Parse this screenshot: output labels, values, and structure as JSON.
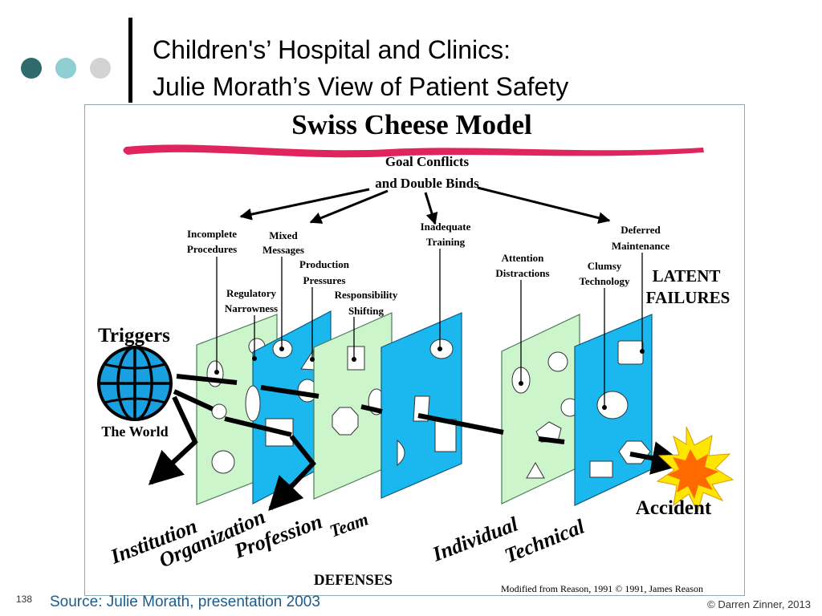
{
  "slide": {
    "title_line1": "Children's’ Hospital and Clinics:",
    "title_line2": "Julie Morath’s View of Patient Safety",
    "slide_number": "138",
    "source": "Source: Julie Morath, presentation 2003",
    "copyright": "© Darren Zinner, 2013"
  },
  "diagram": {
    "heading": "Swiss Cheese Model",
    "goal_line1": "Goal Conflicts",
    "goal_line2": "and Double Binds",
    "latent_line1": "LATENT",
    "latent_line2": "FAILURES",
    "triggers": "Triggers",
    "the_world": "The World",
    "accident": "Accident",
    "defenses": "DEFENSES",
    "credit": "Modified from Reason, 1991 © 1991, James Reason",
    "latent_labels": {
      "incomplete": [
        "Incomplete",
        "Procedures"
      ],
      "mixed": [
        "Mixed",
        "Messages"
      ],
      "production": [
        "Production",
        "Pressures"
      ],
      "regulatory": [
        "Regulatory",
        "Narrowness"
      ],
      "responsibility": [
        "Responsibility",
        "Shifting"
      ],
      "inadequate": [
        "Inadequate",
        "Training"
      ],
      "attention": [
        "Attention",
        "Distractions"
      ],
      "clumsy": [
        "Clumsy",
        "Technology"
      ],
      "deferred": [
        "Deferred",
        "Maintenance"
      ]
    },
    "layers": [
      "Institution",
      "Organization",
      "Profession",
      "Team",
      "Individual",
      "Technical"
    ],
    "colors": {
      "green_slice": "#ccf5cc",
      "blue_slice": "#1ab8ef",
      "globe": "#1a9fe0",
      "squiggle": "#e0245e",
      "explosion_outer": "#ffe600",
      "explosion_inner": "#ff6a00"
    }
  }
}
